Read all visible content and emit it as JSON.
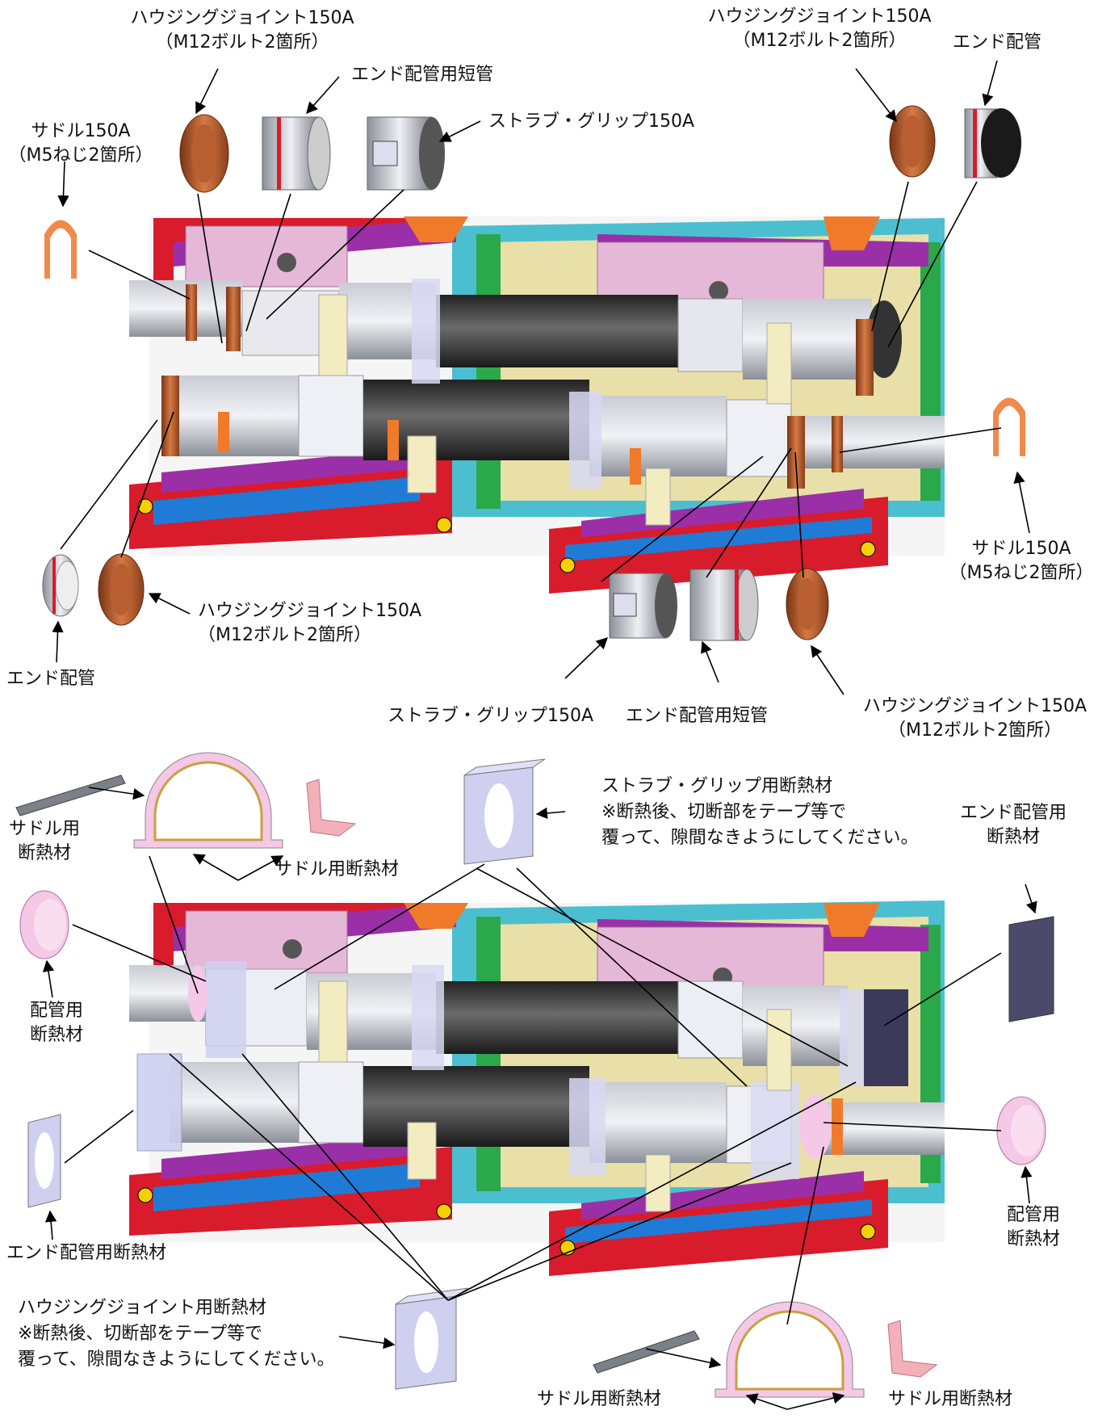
{
  "top_section": {
    "housing_joint_topleft": {
      "line1": "ハウジングジョイント150A",
      "line2": "（M12ボルト2箇所）"
    },
    "end_pipe_short_top": "エンド配管用短管",
    "strap_grip_top": "ストラブ・グリップ150A",
    "saddle_topleft": {
      "line1": "サドル150A",
      "line2": "（M5ねじ2箇所）"
    },
    "housing_joint_topright": {
      "line1": "ハウジングジョイント150A",
      "line2": "（M12ボルト2箇所）"
    },
    "end_pipe_topright": "エンド配管",
    "saddle_right": {
      "line1": "サドル150A",
      "line2": "（M5ねじ2箇所）"
    },
    "housing_joint_midleft": {
      "line1": "ハウジングジョイント150A",
      "line2": "（M12ボルト2箇所）"
    },
    "end_pipe_left": "エンド配管",
    "strap_grip_bottom": "ストラブ・グリップ150A",
    "end_pipe_short_bottom": "エンド配管用短管",
    "housing_joint_bottomright": {
      "line1": "ハウジングジョイント150A",
      "line2": "（M12ボルト2箇所）"
    }
  },
  "bottom_section": {
    "saddle_insulation_left": {
      "line1": "サドル用",
      "line2": "断熱材"
    },
    "saddle_insulation_mid": "サドル用断熱材",
    "strap_grip_insulation": {
      "line1": "ストラブ・グリップ用断熱材",
      "line2": "※断熱後、切断部をテープ等で",
      "line3": "覆って、隙間なきようにしてください。"
    },
    "end_pipe_insulation_right": {
      "line1": "エンド配管用",
      "line2": "断熱材"
    },
    "pipe_insulation_left": {
      "line1": "配管用",
      "line2": "断熱材"
    },
    "pipe_insulation_right": {
      "line1": "配管用",
      "line2": "断熱材"
    },
    "end_pipe_insulation_left": "エンド配管用断熱材",
    "housing_joint_insulation": {
      "line1": "ハウジングジョイント用断熱材",
      "line2": "※断熱後、切断部をテープ等で",
      "line3": "覆って、隙間なきようにしてください。"
    },
    "saddle_insulation_bottom_left": "サドル用断熱材",
    "saddle_insulation_bottom_right": "サドル用断熱材"
  },
  "colors": {
    "copper": "#c96a3a",
    "pink_frame": "#e6b8d8",
    "red_base": "#d81c2c",
    "purple_rail": "#9b2fa8",
    "blue_rail": "#1f7bd6",
    "cream_block": "#f3ecc0",
    "dark_pipe": "#3a3a3a",
    "lavender_insulation": "#cfd0f0",
    "pink_insulation": "#f4c8e6"
  }
}
